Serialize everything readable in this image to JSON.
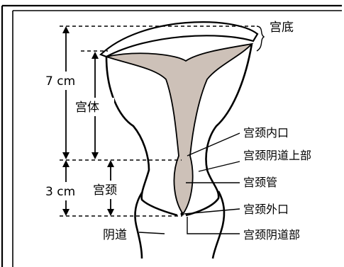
{
  "labels": {
    "fundus": "宫底",
    "body": "宫体",
    "body_length": "7 cm",
    "cervix": "宫颈",
    "cervix_length": "3 cm",
    "vagina": "阴道",
    "internal_os": "宫颈内口",
    "supravaginal_cervix": "宫颈阴道上部",
    "cervical_canal": "宫颈管",
    "external_os": "宫颈外口",
    "vaginal_cervix": "宫颈阴道部"
  },
  "colors": {
    "cavity_fill": "#cdc1b8",
    "line": "#000000",
    "frame": "#000000"
  }
}
